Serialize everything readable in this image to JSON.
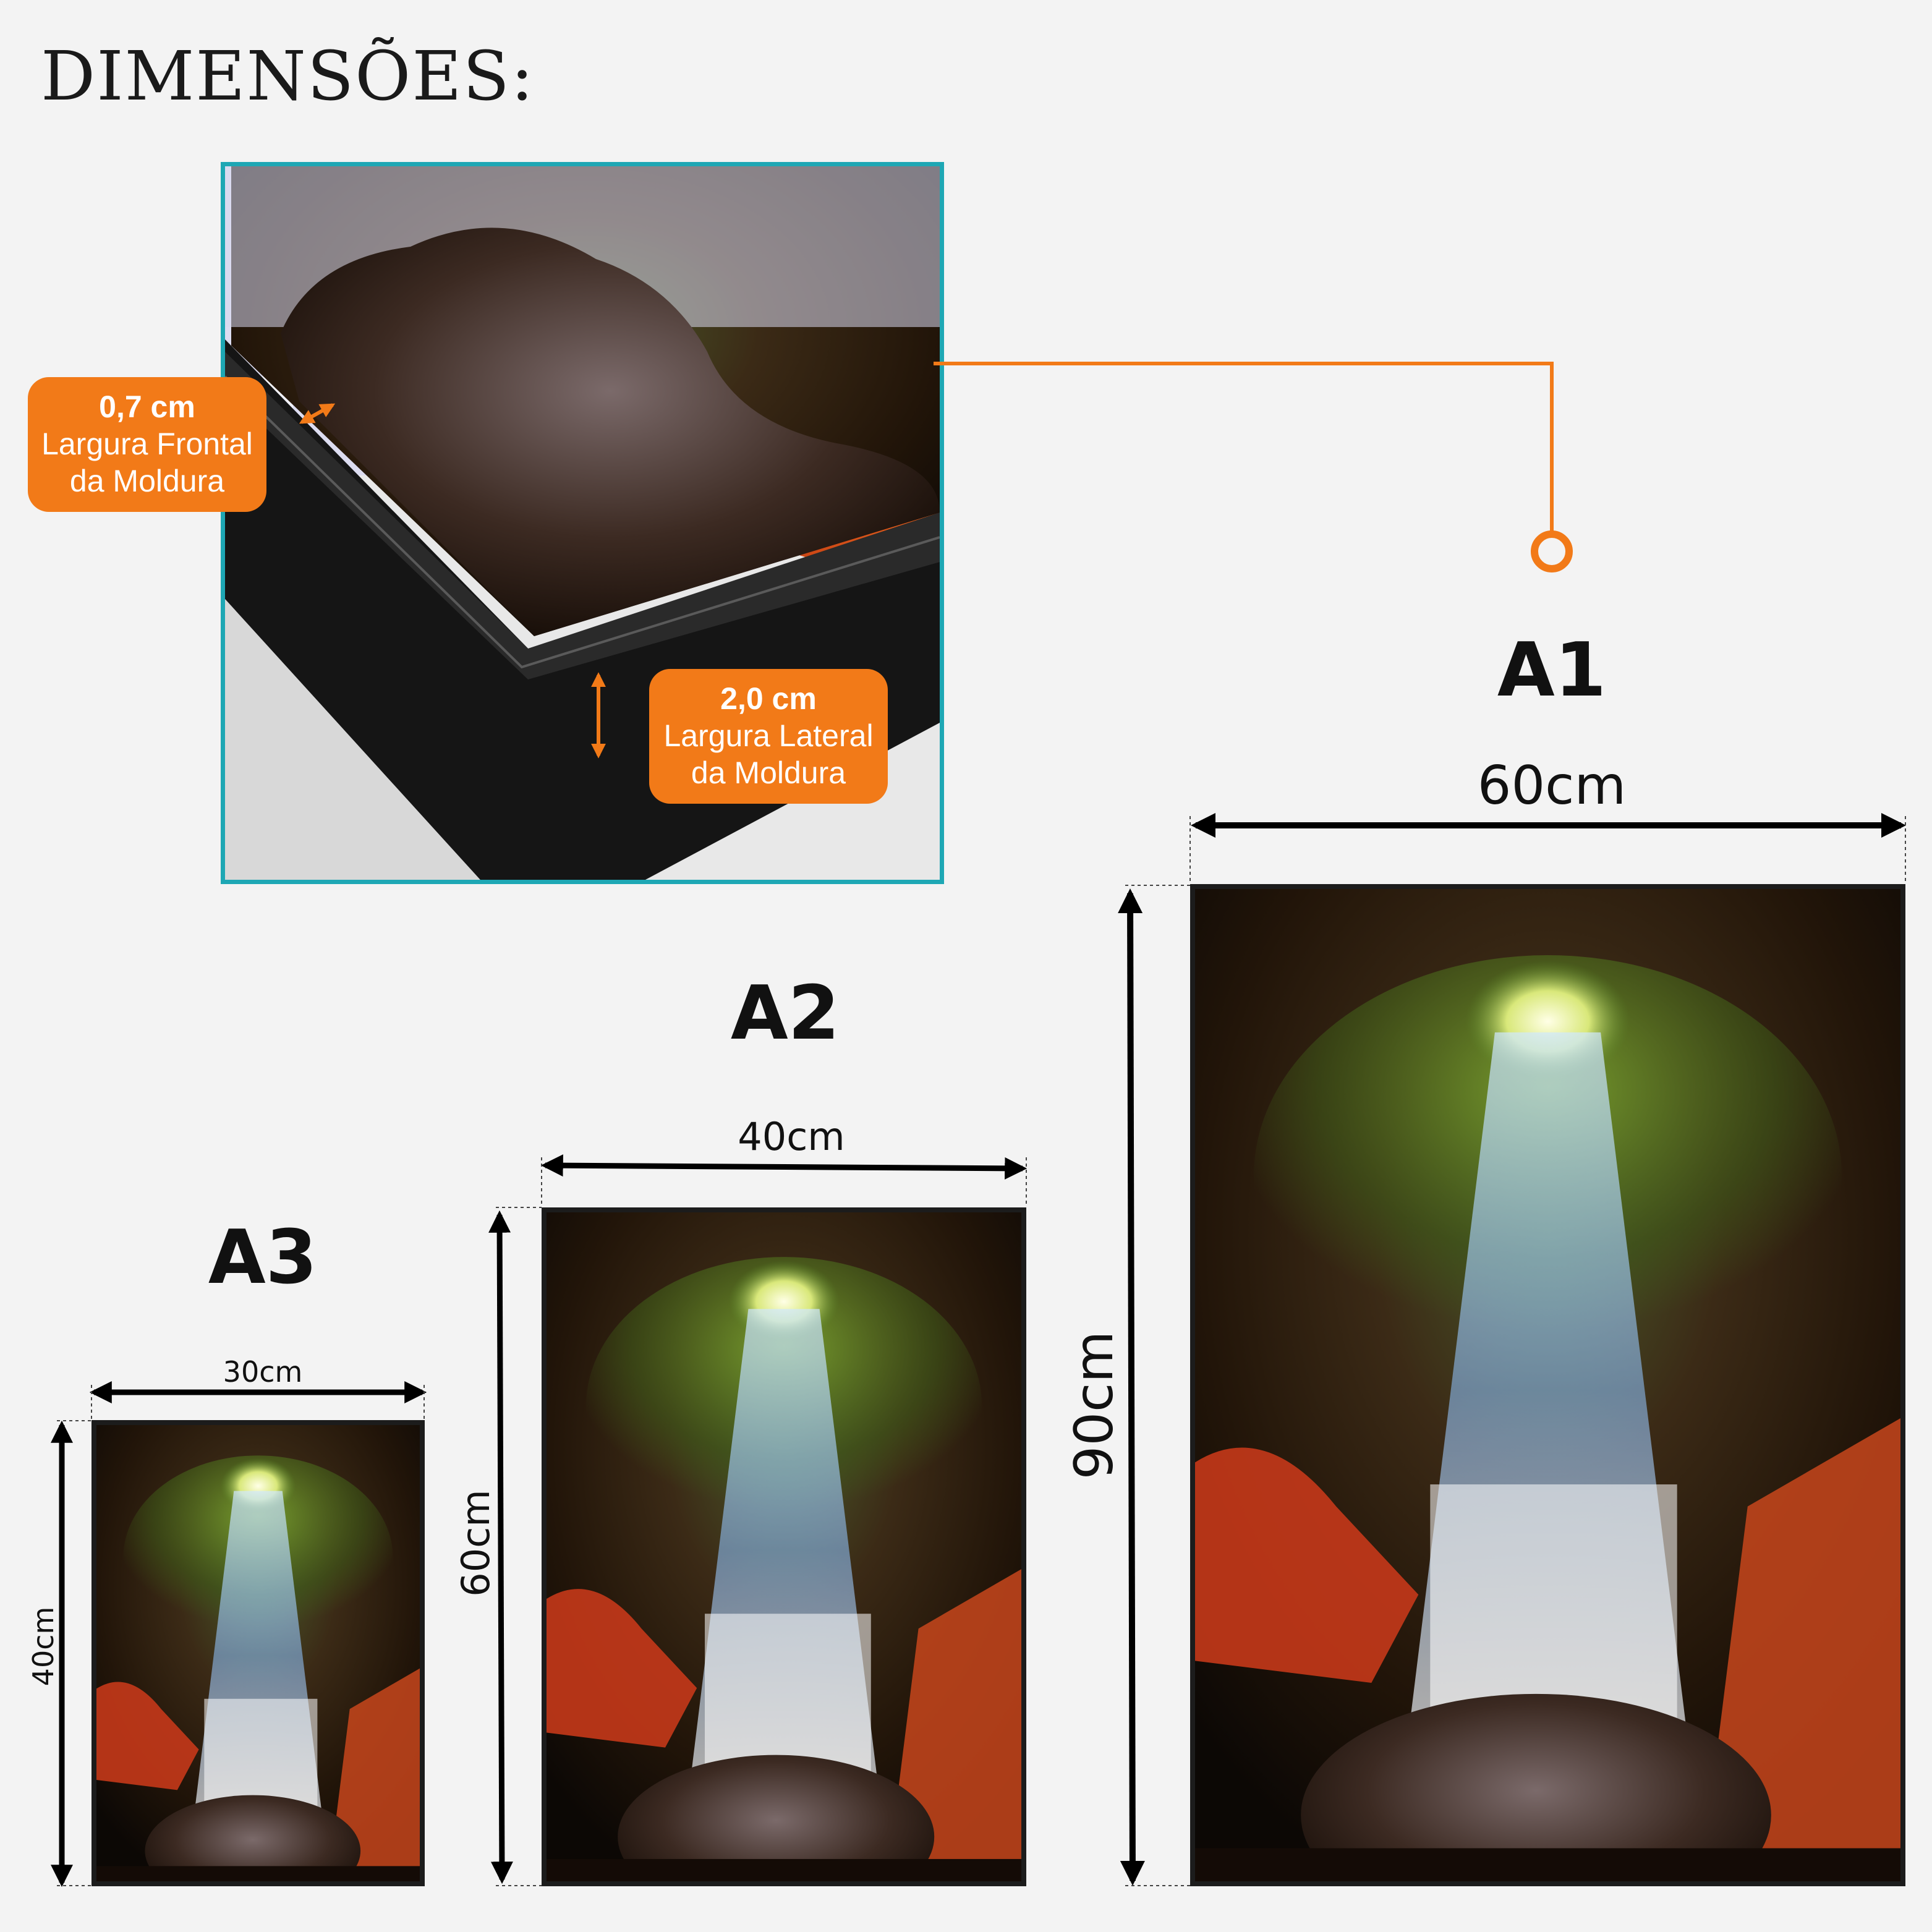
{
  "heading": "DIMENSÕES:",
  "frame_detail": {
    "front_width_value": "0,7 cm",
    "front_width_line1": "Largura Frontal",
    "front_width_line2": "da Moldura",
    "side_width_value": "2,0 cm",
    "side_width_line1": "Largura Lateral",
    "side_width_line2": "da Moldura"
  },
  "sizes": [
    {
      "name": "A3",
      "width": "30cm",
      "height": "40cm"
    },
    {
      "name": "A2",
      "width": "40cm",
      "height": "60cm"
    },
    {
      "name": "A1",
      "width": "60cm",
      "height": "90cm"
    }
  ],
  "colors": {
    "accent": "#f27a18",
    "detail_border": "#1ea7b4",
    "background": "#f3f3f3",
    "frame": "#1c1c1c"
  },
  "artwork": "cave-light-rays-artwork"
}
